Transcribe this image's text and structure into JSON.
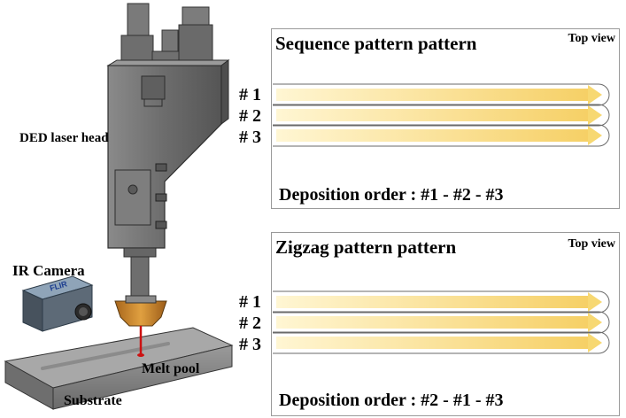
{
  "machine": {
    "head_label": "DED laser head",
    "camera_label": "IR Camera",
    "camera_logo": "FLIR",
    "melt_pool_label": "Melt pool",
    "substrate_label": "Substrate"
  },
  "panels": [
    {
      "title": "Sequence pattern pattern",
      "view": "Top view",
      "tracks": [
        "# 1",
        "# 2",
        "# 3"
      ],
      "order": "Deposition order : #1 - #2 - #3"
    },
    {
      "title": "Zigzag pattern pattern",
      "view": "Top view",
      "tracks": [
        "# 1",
        "# 2",
        "# 3"
      ],
      "order": "Deposition order : #2 - #1 - #3"
    }
  ],
  "colors": {
    "arrow": "#f7d872",
    "arrow_light": "#fff3c2",
    "machine_body": "#6f6f6f",
    "nozzle": "#c9862a",
    "laser": "#cc1111"
  }
}
